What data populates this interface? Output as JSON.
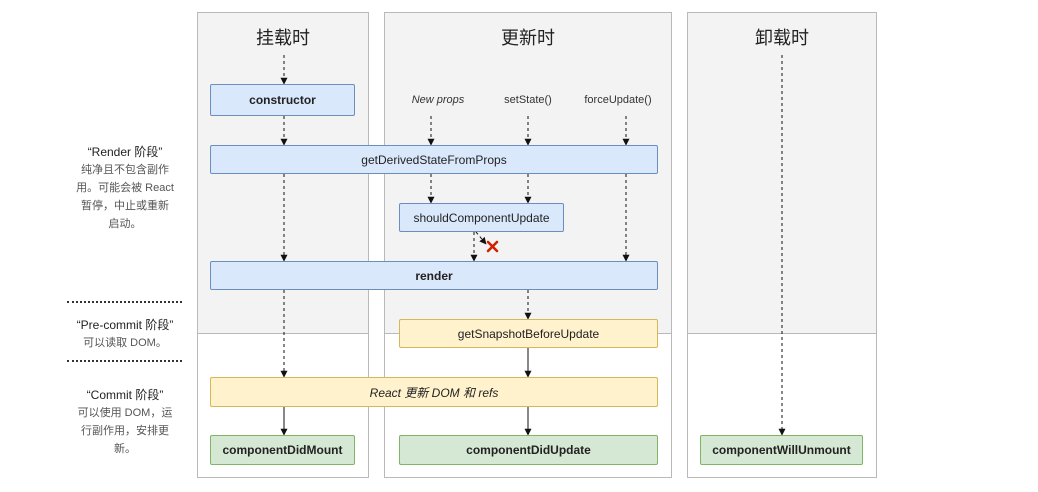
{
  "columns": {
    "mount": {
      "title": "挂载时"
    },
    "update": {
      "title": "更新时"
    },
    "unmount": {
      "title": "卸载时"
    }
  },
  "nodes": {
    "constructor": "constructor",
    "getDerivedStateFromProps": "getDerivedStateFromProps",
    "shouldComponentUpdate": "shouldComponentUpdate",
    "render": "render",
    "getSnapshotBeforeUpdate": "getSnapshotBeforeUpdate",
    "reactUpdate": "React 更新 DOM 和 refs",
    "componentDidMount": "componentDidMount",
    "componentDidUpdate": "componentDidUpdate",
    "componentWillUnmount": "componentWillUnmount"
  },
  "triggers": {
    "newProps": "New props",
    "setState": "setState()",
    "forceUpdate": "forceUpdate()"
  },
  "phases": {
    "render": {
      "title": "“Render 阶段”",
      "desc": [
        "纯净且不包含副作",
        "用。可能会被 React",
        "暂停，中止或重新",
        "启动。"
      ]
    },
    "precommit": {
      "title": "“Pre-commit 阶段”",
      "desc": [
        "可以读取 DOM。"
      ]
    },
    "commit": {
      "title": "“Commit 阶段”",
      "desc": [
        "可以使用 DOM，运",
        "行副作用，安排更",
        "新。"
      ]
    }
  },
  "colors": {
    "blue_fill": "#dae8fc",
    "blue_border": "#6c8ebf",
    "yellow_fill": "#fff2cc",
    "yellow_border": "#d6b656",
    "green_fill": "#d5e8d4",
    "green_border": "#82b366",
    "cross": "#cc2200"
  },
  "icons": {
    "cross": "cross-icon"
  }
}
